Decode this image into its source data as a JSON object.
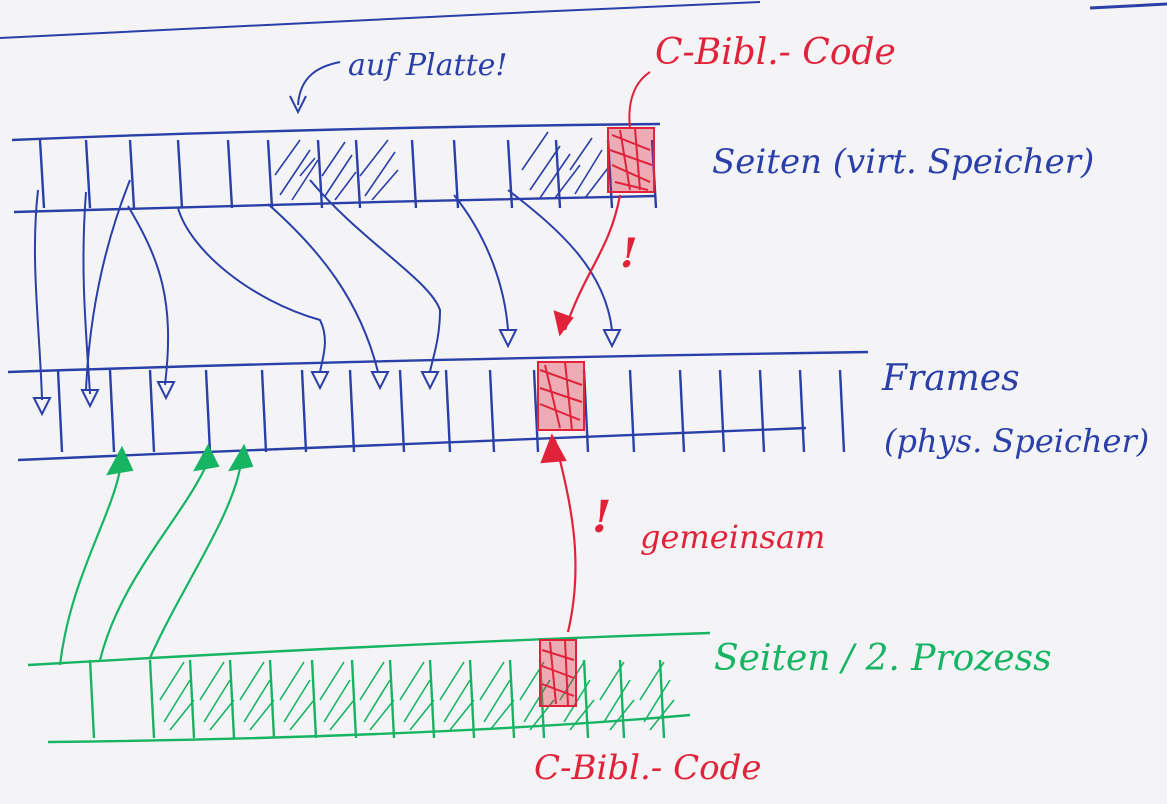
{
  "labels": {
    "on_disk": "auf Platte!",
    "clib_top": "C-Bibl.- Code",
    "pages_virtual": "Seiten (virt. Speicher)",
    "frames": "Frames",
    "physical": "(phys. Speicher)",
    "shared": "gemeinsam",
    "pages_process2": "Seiten / 2. Prozess",
    "clib_bottom": "C-Bibl.- Code",
    "exclamation": "!"
  },
  "colors": {
    "blue": "#2a3fa8",
    "red": "#e0233a",
    "green": "#16b463",
    "paper": "#f4f4f6"
  }
}
